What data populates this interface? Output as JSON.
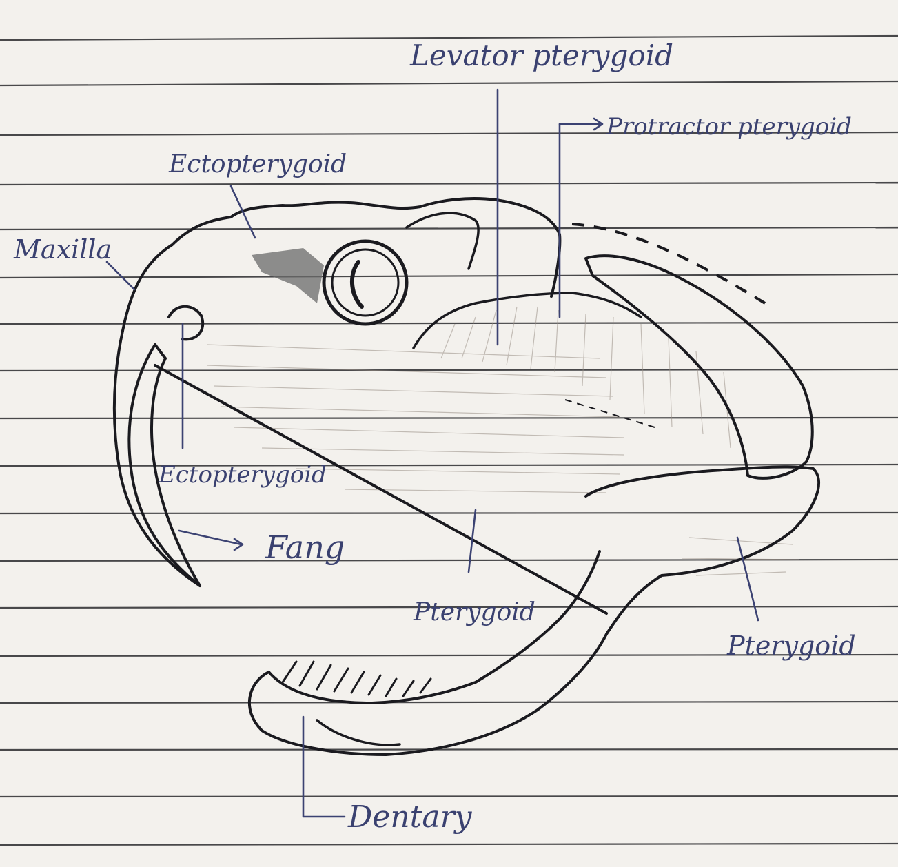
{
  "diagram": {
    "labels": {
      "levator": "Levator pterygoid",
      "protractor": "Protractor pterygoid",
      "ectopterygoid_top": "Ectopterygoid",
      "maxilla": "Maxilla",
      "ectopterygoid": "Ectopterygoid",
      "fang": "Fang",
      "pterygoid_center": "Pterygoid",
      "pterygoid_right": "Pterygoid",
      "dentary": "Dentary"
    }
  },
  "colors": {
    "paper": "#f3f1ed",
    "rule": "#2b2b2e",
    "ink": "#1a1a1f",
    "pen": "#3b4272"
  }
}
